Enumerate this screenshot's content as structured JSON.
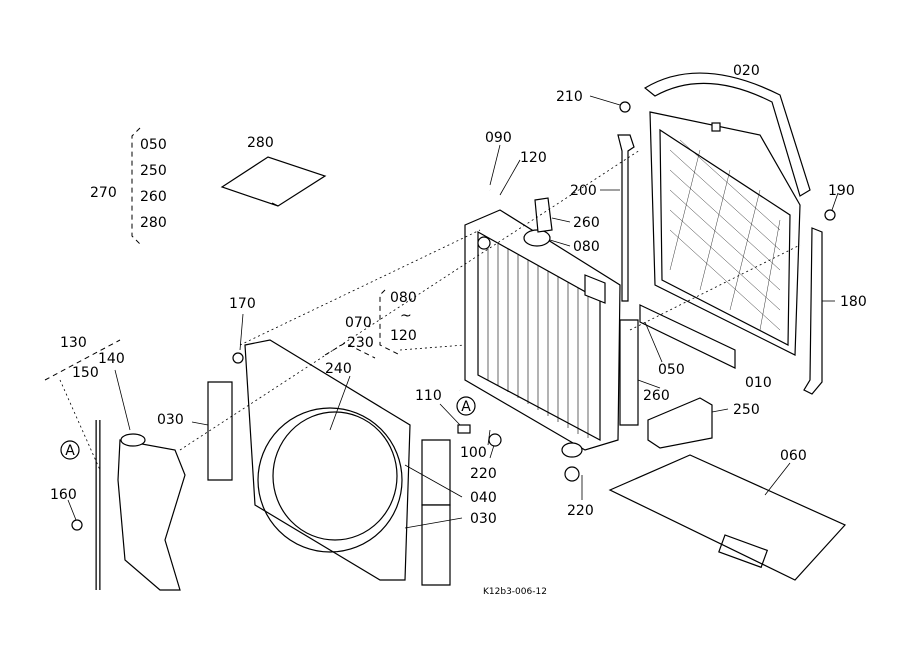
{
  "diagram_code": "K12b3-006-12",
  "labels": [
    {
      "id": "part-020",
      "text": "020"
    },
    {
      "id": "part-210",
      "text": "210"
    },
    {
      "id": "part-090",
      "text": "090"
    },
    {
      "id": "part-120-top",
      "text": "120"
    },
    {
      "id": "part-200",
      "text": "200"
    },
    {
      "id": "part-260-top",
      "text": "260"
    },
    {
      "id": "part-080-top",
      "text": "080"
    },
    {
      "id": "part-190",
      "text": "190"
    },
    {
      "id": "part-180",
      "text": "180"
    },
    {
      "id": "set-050",
      "text": "050"
    },
    {
      "id": "set-250",
      "text": "250"
    },
    {
      "id": "set-260",
      "text": "260"
    },
    {
      "id": "set-280",
      "text": "280"
    },
    {
      "id": "part-270",
      "text": "270"
    },
    {
      "id": "part-280",
      "text": "280"
    },
    {
      "id": "part-170",
      "text": "170"
    },
    {
      "id": "range-080",
      "text": "080"
    },
    {
      "id": "range-tilde",
      "text": "~"
    },
    {
      "id": "range-120",
      "text": "120"
    },
    {
      "id": "part-070",
      "text": "070"
    },
    {
      "id": "part-230",
      "text": "230"
    },
    {
      "id": "part-240",
      "text": "240"
    },
    {
      "id": "part-130",
      "text": "130"
    },
    {
      "id": "part-150",
      "text": "150"
    },
    {
      "id": "part-140",
      "text": "140"
    },
    {
      "id": "part-030-left",
      "text": "030"
    },
    {
      "id": "part-110",
      "text": "110"
    },
    {
      "id": "part-100",
      "text": "100"
    },
    {
      "id": "part-220-mid",
      "text": "220"
    },
    {
      "id": "part-050",
      "text": "050"
    },
    {
      "id": "part-260-bottom",
      "text": "260"
    },
    {
      "id": "part-010",
      "text": "010"
    },
    {
      "id": "part-250",
      "text": "250"
    },
    {
      "id": "part-060",
      "text": "060"
    },
    {
      "id": "part-040",
      "text": "040"
    },
    {
      "id": "part-030-right",
      "text": "030"
    },
    {
      "id": "part-220-bottom",
      "text": "220"
    },
    {
      "id": "part-160",
      "text": "160"
    }
  ],
  "callouts": [
    {
      "id": "ref-a-right",
      "text": "A"
    },
    {
      "id": "ref-a-left",
      "text": "A"
    }
  ]
}
